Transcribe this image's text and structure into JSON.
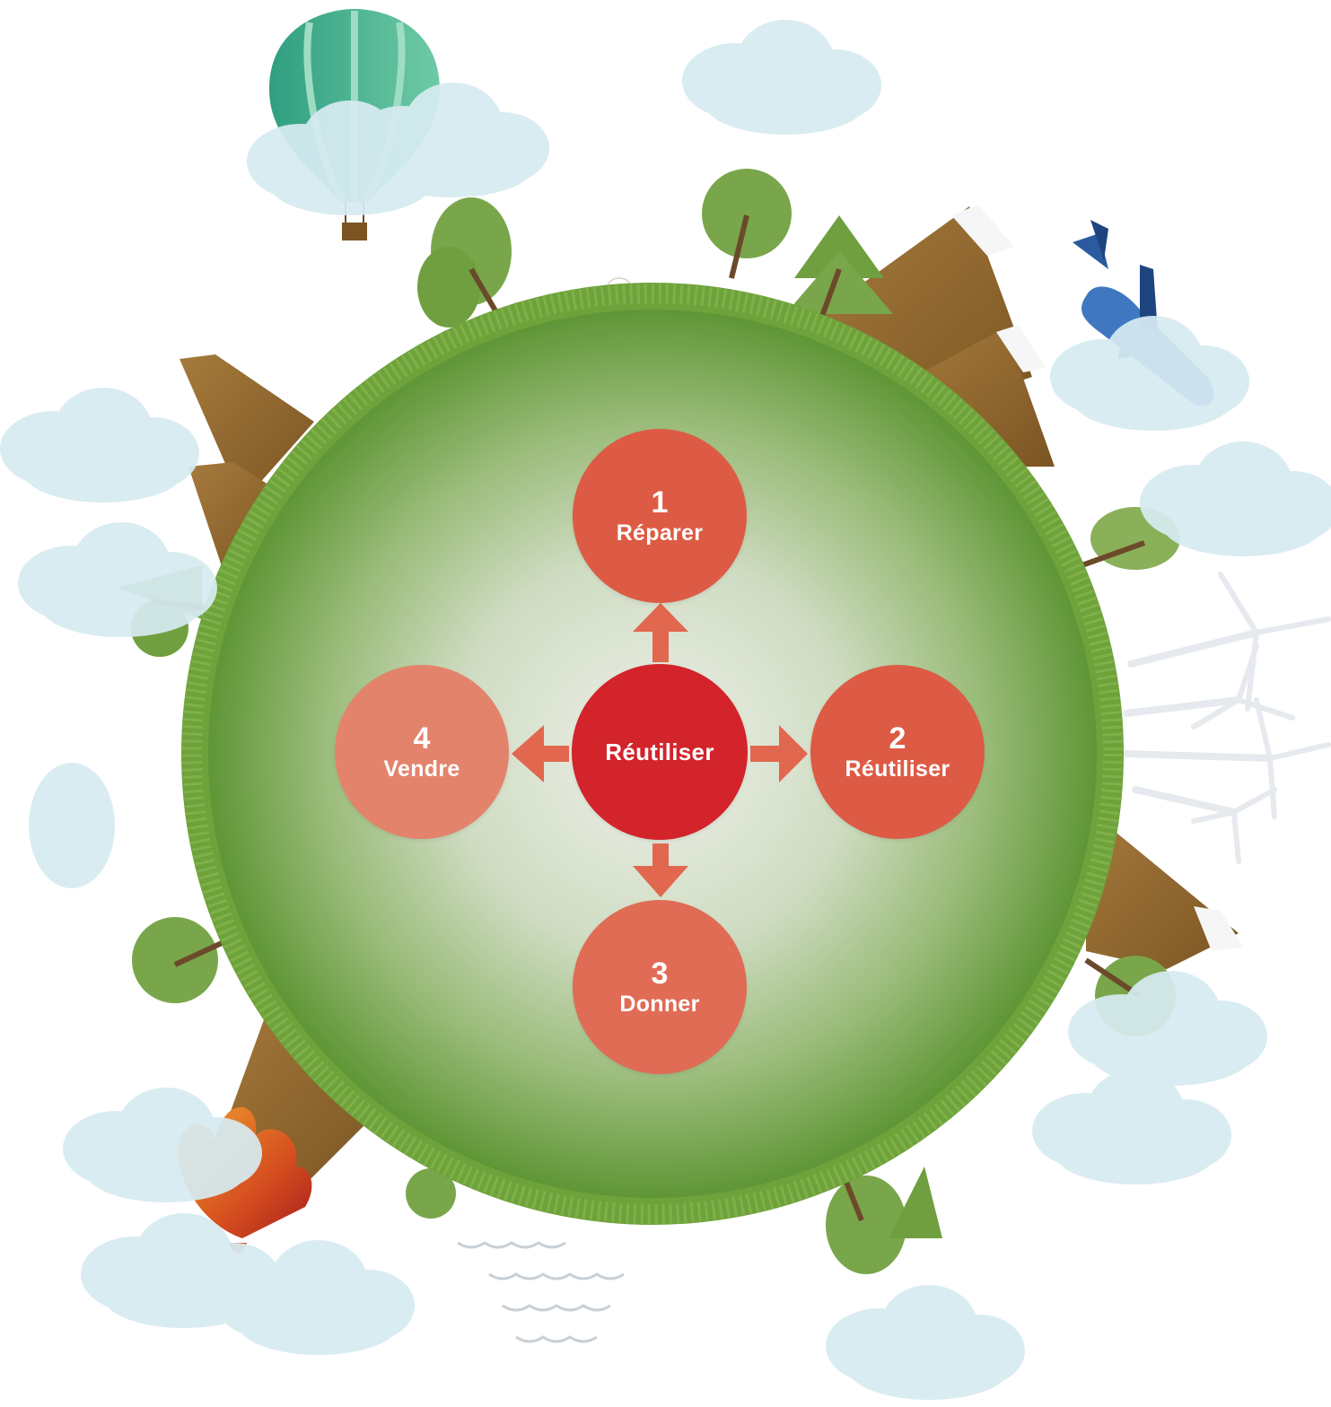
{
  "colors": {
    "center_node": "#d3232b",
    "node_1": "#dd5b44",
    "node_2": "#dd5b44",
    "node_3": "#e06c55",
    "node_4": "#e4836c",
    "arrow": "#e2674f",
    "planet_edge": "#6c9f3c",
    "planet_core": "#eef0e8"
  },
  "diagram": {
    "center": {
      "label": "Réutiliser"
    },
    "nodes": [
      {
        "number": "1",
        "label": "Réparer"
      },
      {
        "number": "2",
        "label": "Réutiliser"
      },
      {
        "number": "3",
        "label": "Donner"
      },
      {
        "number": "4",
        "label": "Vendre"
      }
    ]
  },
  "illustration": {
    "icons": [
      "hot-air-balloon-icon",
      "airplane-icon",
      "wind-turbine-icon",
      "tree-icon",
      "mountain-icon",
      "cloud-icon",
      "sheep-icon",
      "volcano-icon",
      "water-waves-icon",
      "grapes-icon"
    ]
  }
}
